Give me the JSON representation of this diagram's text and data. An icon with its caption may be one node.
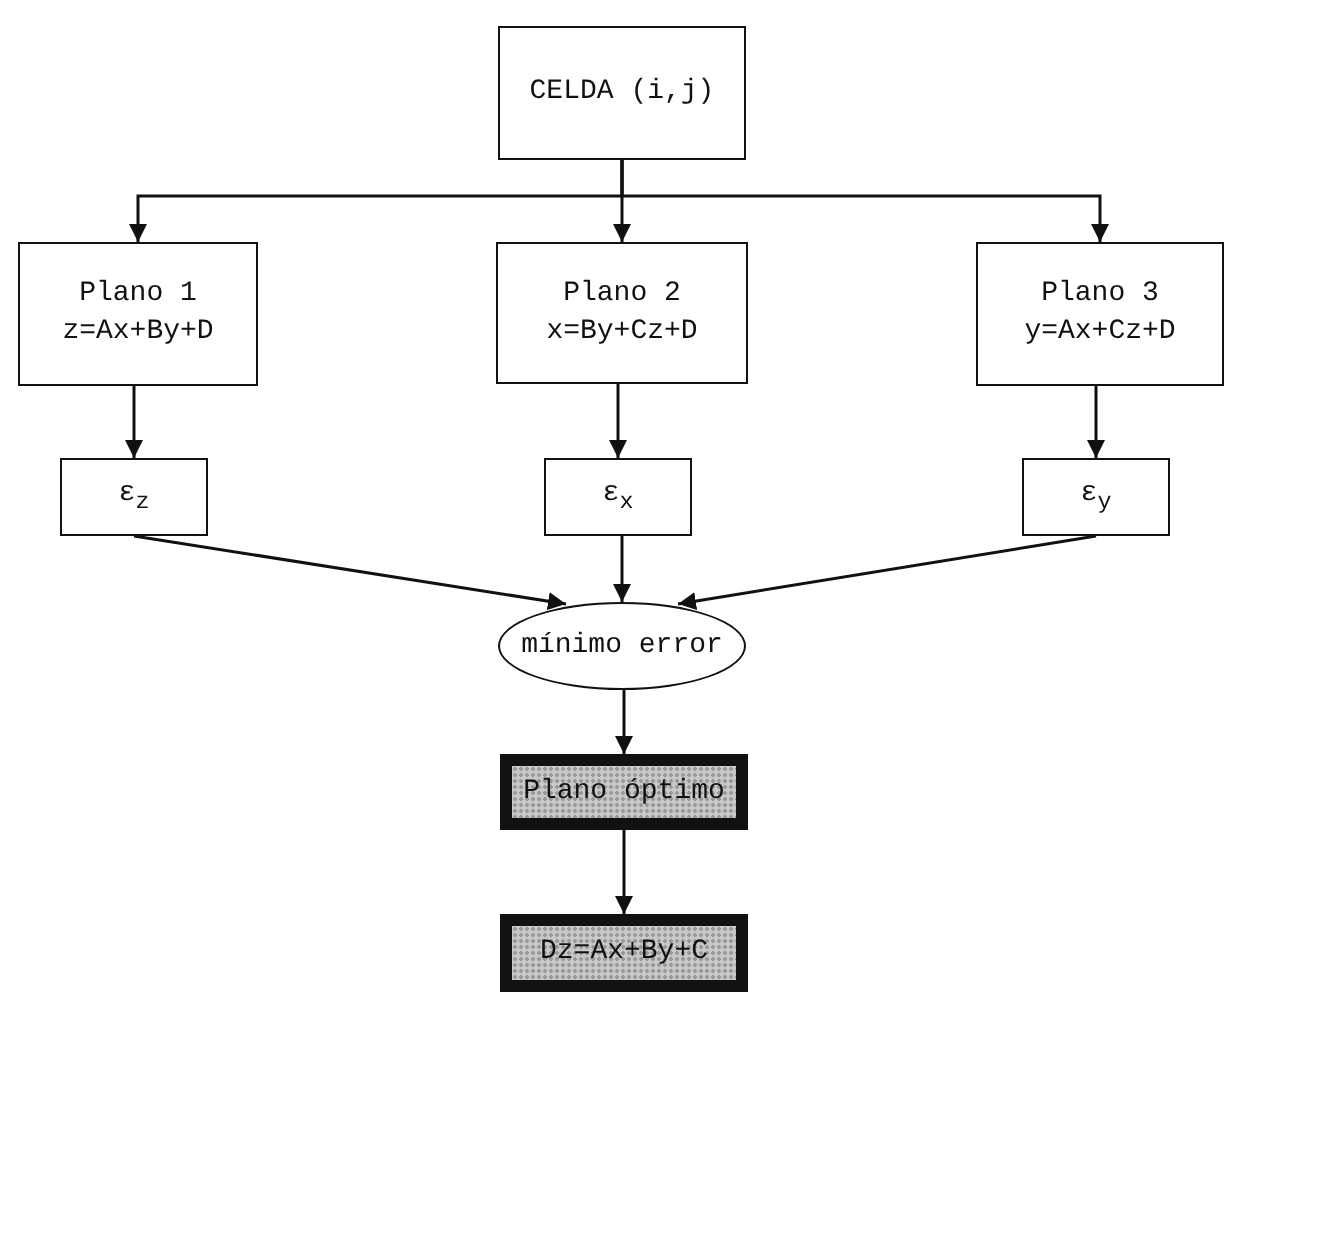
{
  "diagram": {
    "nodes": [
      {
        "text": [
          "CELDA (i,j)"
        ]
      },
      {
        "text": [
          "Plano 1",
          "z=Ax+By+D"
        ]
      },
      {
        "text": [
          "Plano 2",
          "x=By+Cz+D"
        ]
      },
      {
        "text": [
          "Plano 3",
          "y=Ax+Cz+D"
        ]
      },
      {
        "text": [
          "ε$_{z}$"
        ]
      },
      {
        "text": [
          "ε$_{x}$"
        ]
      },
      {
        "text": [
          "ε$_{y}$"
        ]
      },
      {
        "text": [
          "mínimo error"
        ]
      },
      {
        "text": [
          "Plano óptimo"
        ]
      },
      {
        "text": [
          "Dz=Ax+By+C"
        ]
      }
    ],
    "edges": [
      {
        "from": 0,
        "to": 1,
        "arrow": "to"
      },
      {
        "from": 0,
        "to": 2,
        "arrow": "to"
      },
      {
        "from": 0,
        "to": 3,
        "arrow": "to"
      },
      {
        "from": 1,
        "to": 4,
        "arrow": "to"
      },
      {
        "from": 2,
        "to": 5,
        "arrow": "to"
      },
      {
        "from": 3,
        "to": 6,
        "arrow": "to"
      },
      {
        "from": 4,
        "to": 7,
        "arrow": "to"
      },
      {
        "from": 5,
        "to": 7,
        "arrow": "to"
      },
      {
        "from": 6,
        "to": 7,
        "arrow": "to"
      },
      {
        "from": 7,
        "to": 8,
        "arrow": "to"
      },
      {
        "from": 8,
        "to": 9,
        "arrow": "to"
      }
    ]
  }
}
